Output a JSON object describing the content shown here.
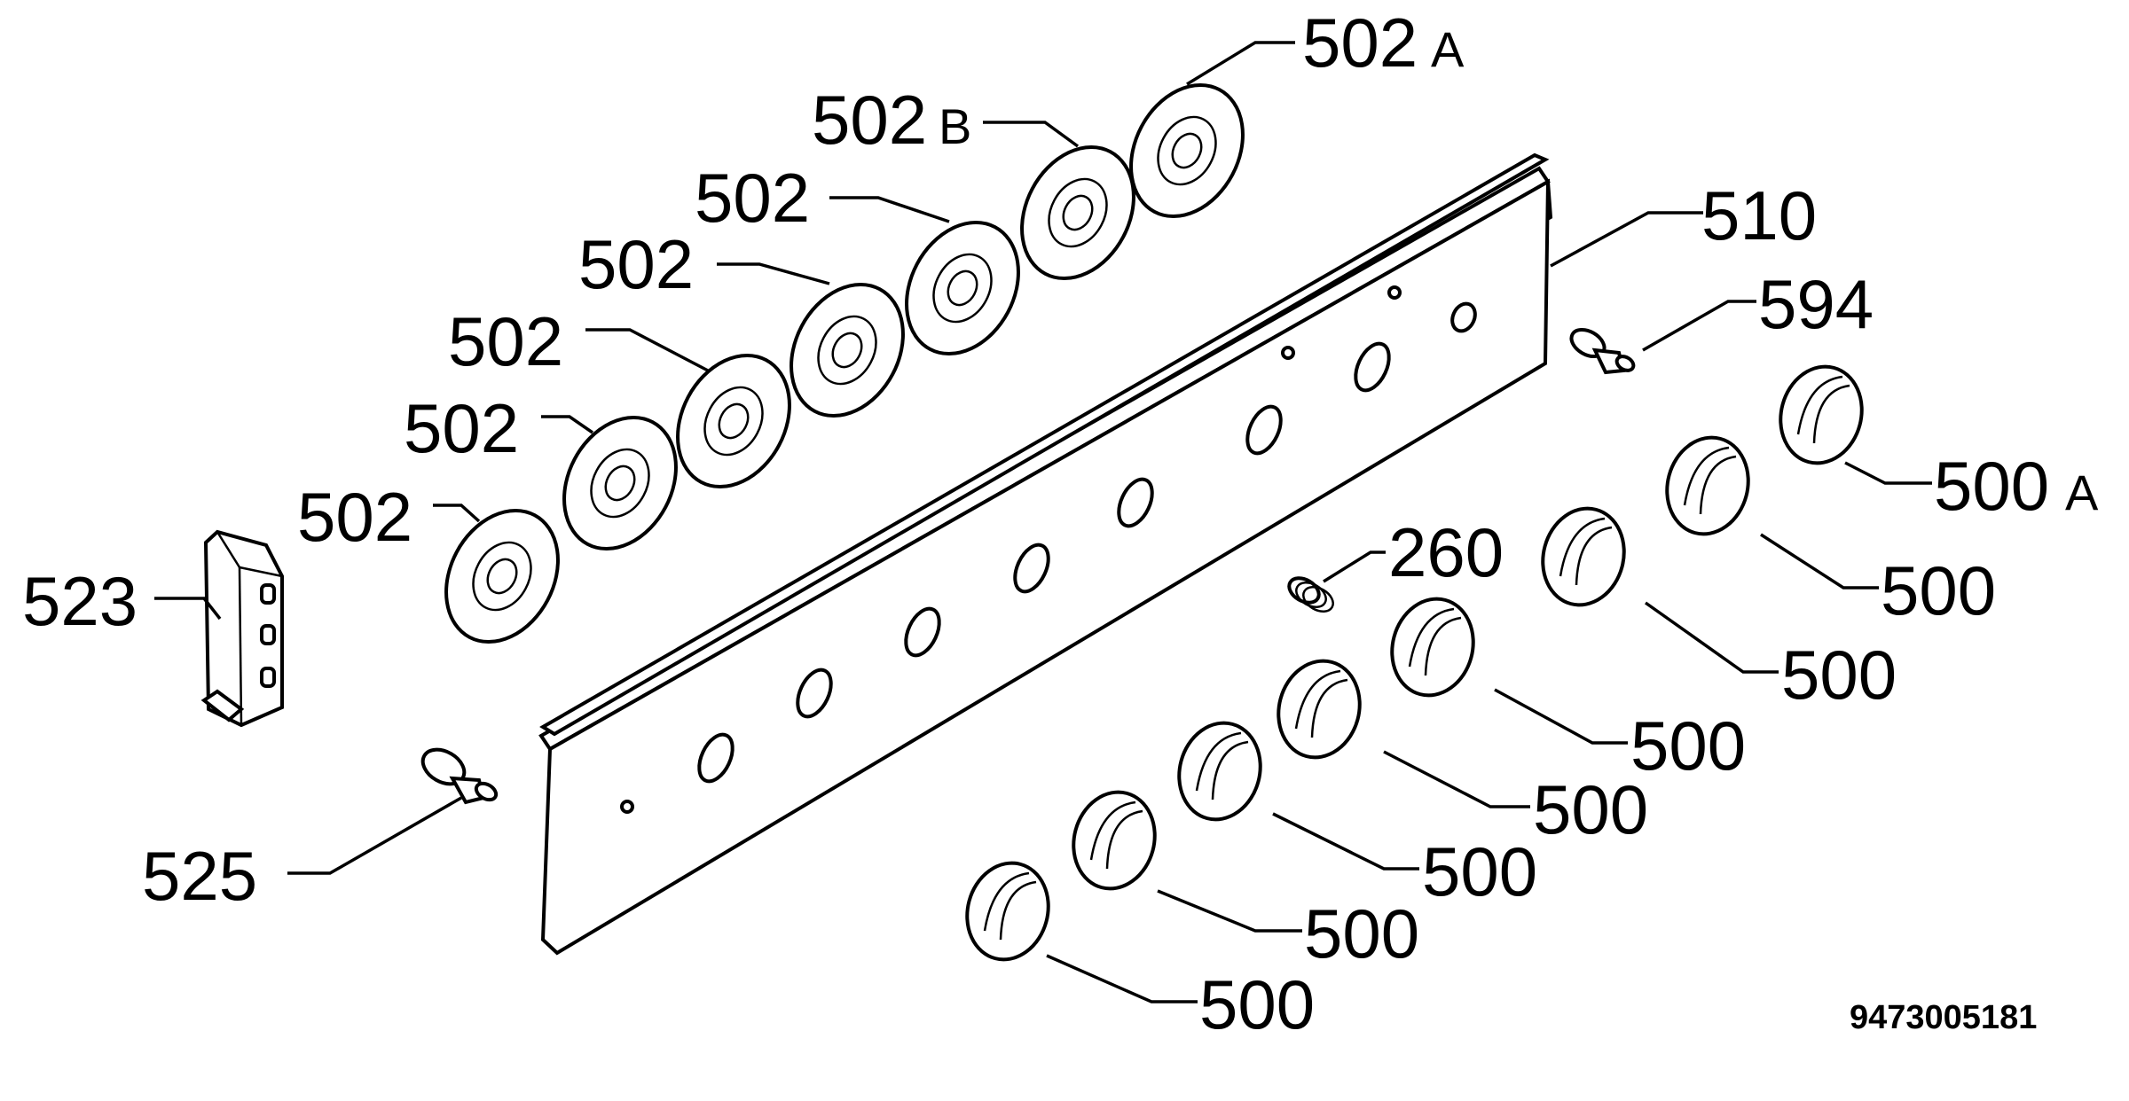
{
  "labels": {
    "l502A": "502",
    "l502A_suffix": "A",
    "l502B": "502",
    "l502B_suffix": "B",
    "l502_1": "502",
    "l502_2": "502",
    "l502_3": "502",
    "l502_4": "502",
    "l502_5": "502",
    "l510": "510",
    "l594": "594",
    "l500A": "500",
    "l500A_suffix": "A",
    "l500_1": "500",
    "l500_2": "500",
    "l500_3": "500",
    "l500_4": "500",
    "l500_5": "500",
    "l500_6": "500",
    "l500_7": "500",
    "l260": "260",
    "l523": "523",
    "l525": "525"
  },
  "doc_number": "9473005181"
}
